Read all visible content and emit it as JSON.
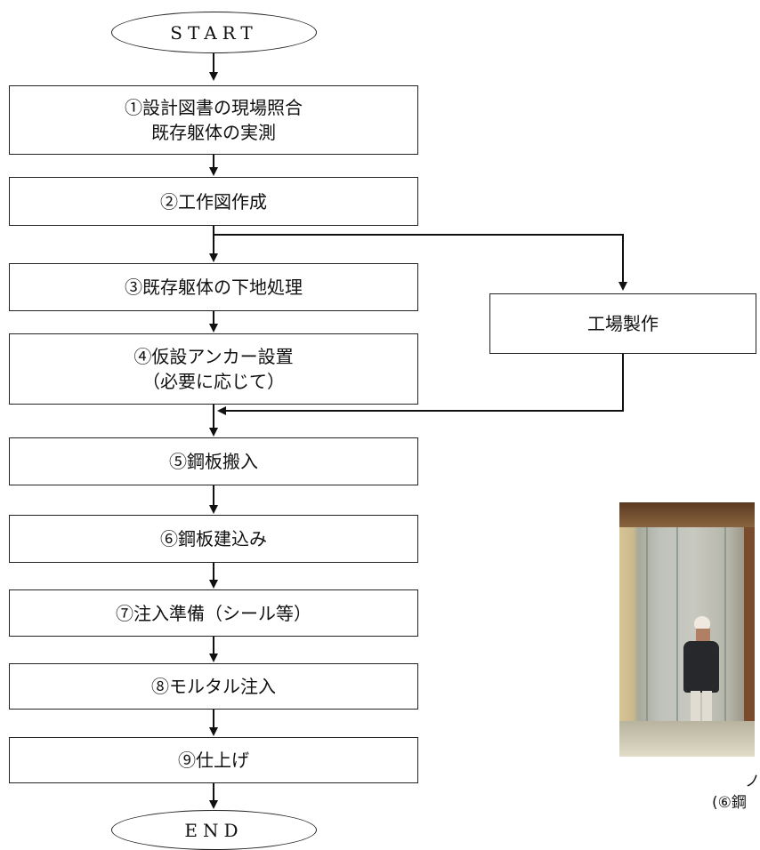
{
  "flowchart": {
    "start": "START",
    "end": "END",
    "steps": [
      {
        "line1": "①設計図書の現場照合",
        "line2": "既存躯体の実測"
      },
      {
        "line1": "②工作図作成",
        "line2": ""
      },
      {
        "line1": "③既存躯体の下地処理",
        "line2": ""
      },
      {
        "line1": "④仮設アンカー設置",
        "line2": "（必要に応じて）"
      },
      {
        "line1": "⑤鋼板搬入",
        "line2": ""
      },
      {
        "line1": "⑥鋼板建込み",
        "line2": ""
      },
      {
        "line1": "⑦注入準備（シール等）",
        "line2": ""
      },
      {
        "line1": "⑧モルタル注入",
        "line2": ""
      },
      {
        "line1": "⑨仕上げ",
        "line2": ""
      }
    ],
    "side_step": "工場製作"
  },
  "photo_caption": {
    "line1": "ノ",
    "line2": "(⑥鋼"
  }
}
